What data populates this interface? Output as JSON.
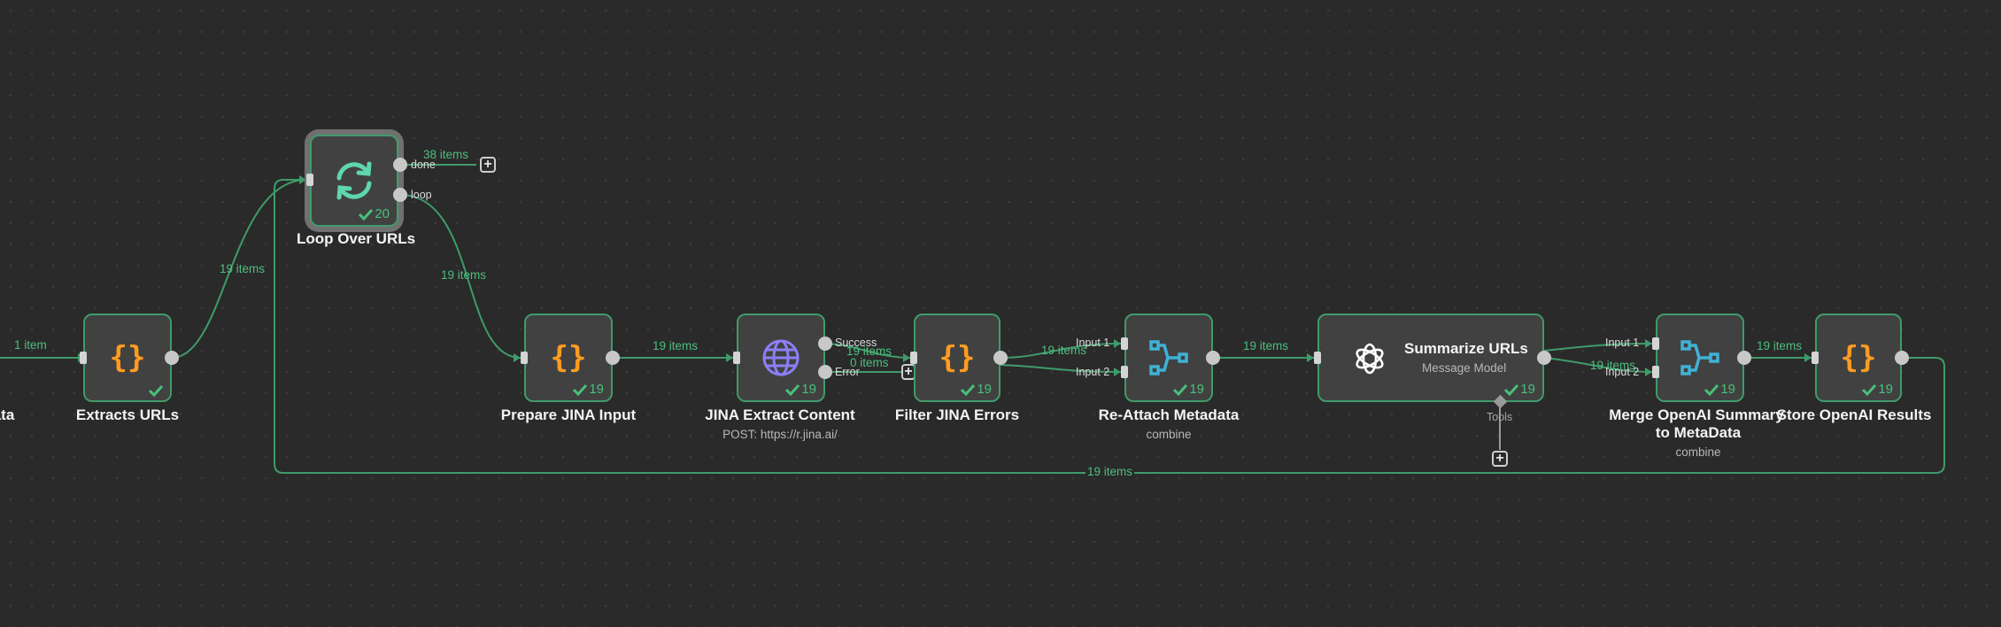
{
  "canvas": {
    "background": "#2a2a2a",
    "accent": "#3f9b6a",
    "edge_color": "#4cbf7f"
  },
  "nodes": {
    "prev": {
      "title": "ata"
    },
    "extracts_urls": {
      "title": "Extracts URLs",
      "icon": "code-braces-icon",
      "status": "success"
    },
    "loop": {
      "title": "Loop Over URLs",
      "icon": "loop-arrows-icon",
      "count": "20",
      "outputs": {
        "done": "done",
        "loop": "loop"
      }
    },
    "prepare_jina": {
      "title": "Prepare JINA Input",
      "icon": "code-braces-icon",
      "count": "19"
    },
    "jina_extract": {
      "title": "JINA Extract Content",
      "subtitle": "POST: https://r.jina.ai/",
      "icon": "globe-icon",
      "count": "19",
      "outputs": {
        "success": "Success",
        "error": "Error"
      }
    },
    "filter_jina": {
      "title": "Filter JINA Errors",
      "icon": "code-braces-icon",
      "count": "19"
    },
    "reattach": {
      "title": "Re-Attach Metadata",
      "subtitle": "combine",
      "icon": "merge-icon",
      "count": "19",
      "inputs": {
        "input1": "Input 1",
        "input2": "Input 2"
      }
    },
    "summarize": {
      "title": "Summarize URLs",
      "subtitle": "Message Model",
      "icon": "openai-icon",
      "count": "19",
      "tools_label": "Tools"
    },
    "merge_openai": {
      "title_line1": "Merge OpenAI Summary",
      "title_line2": "to MetaData",
      "subtitle": "combine",
      "icon": "merge-icon",
      "count": "19",
      "inputs": {
        "input1": "Input 1",
        "input2": "Input 2"
      }
    },
    "store_openai": {
      "title": "Store OpenAI Results",
      "icon": "code-braces-icon",
      "count": "19"
    }
  },
  "edges": {
    "prev_to_extract": "1 item",
    "extract_to_loop": "19 items",
    "loop_done": "38 items",
    "loop_to_prepare": "19 items",
    "prepare_to_jina": "19 items",
    "jina_success": "19 items",
    "jina_error": "0 items",
    "filter_to_reattach": "19 items",
    "reattach_to_summarize": "19 items",
    "summarize_to_merge": "19 items",
    "merge_to_store": "19 items",
    "store_to_loop": "19 items"
  }
}
